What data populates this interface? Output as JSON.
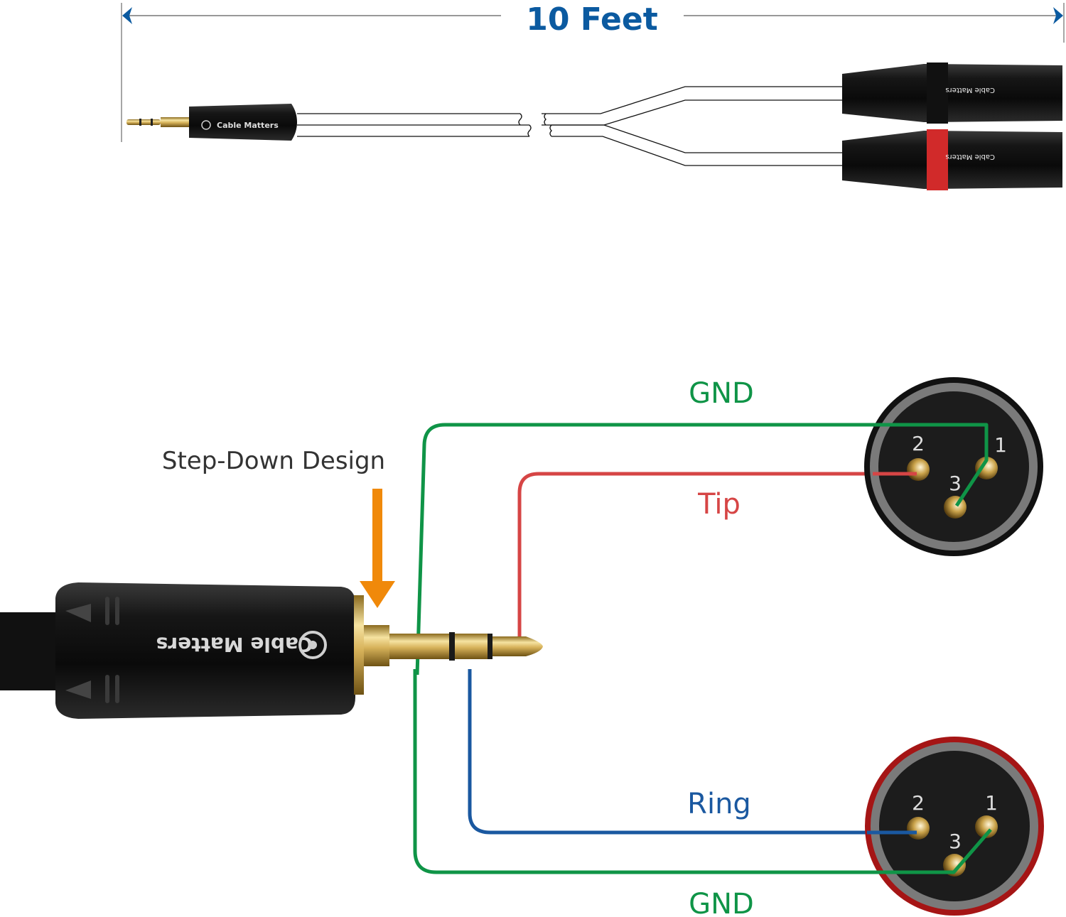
{
  "dimension": {
    "length_label": "10 Feet",
    "arrow_color": "#0b5aa0",
    "line_color": "#777777"
  },
  "top_product": {
    "brand": "Cable Matters",
    "plug": "3.5mm TRS",
    "connectors": [
      {
        "type": "XLR Male",
        "ring_color": "#1a1a1a",
        "brand": "Cable Matters"
      },
      {
        "type": "XLR Male",
        "ring_color": "#d12a2a",
        "brand": "Cable Matters"
      }
    ]
  },
  "callout": {
    "label": "Step-Down Design",
    "arrow_color": "#f0890a"
  },
  "wiring": {
    "plug_brand": "Cable Matters",
    "wires": [
      {
        "name": "GND",
        "label": "GND",
        "color": "#0f9447",
        "to": "xlr-1 pin 1 & 3"
      },
      {
        "name": "Tip",
        "label": "Tip",
        "color": "#d64545",
        "to": "xlr-1 pin 2"
      },
      {
        "name": "Ring",
        "label": "Ring",
        "color": "#1a58a0",
        "to": "xlr-2 pin 2"
      },
      {
        "name": "GND",
        "label": "GND",
        "color": "#0f9447",
        "to": "xlr-2 pin 1 & 3"
      }
    ],
    "xlr_top": {
      "ring_color": "#1a1a1a",
      "pins": [
        "1",
        "2",
        "3"
      ]
    },
    "xlr_bottom": {
      "ring_color": "#c41f1f",
      "pins": [
        "1",
        "2",
        "3"
      ]
    }
  }
}
